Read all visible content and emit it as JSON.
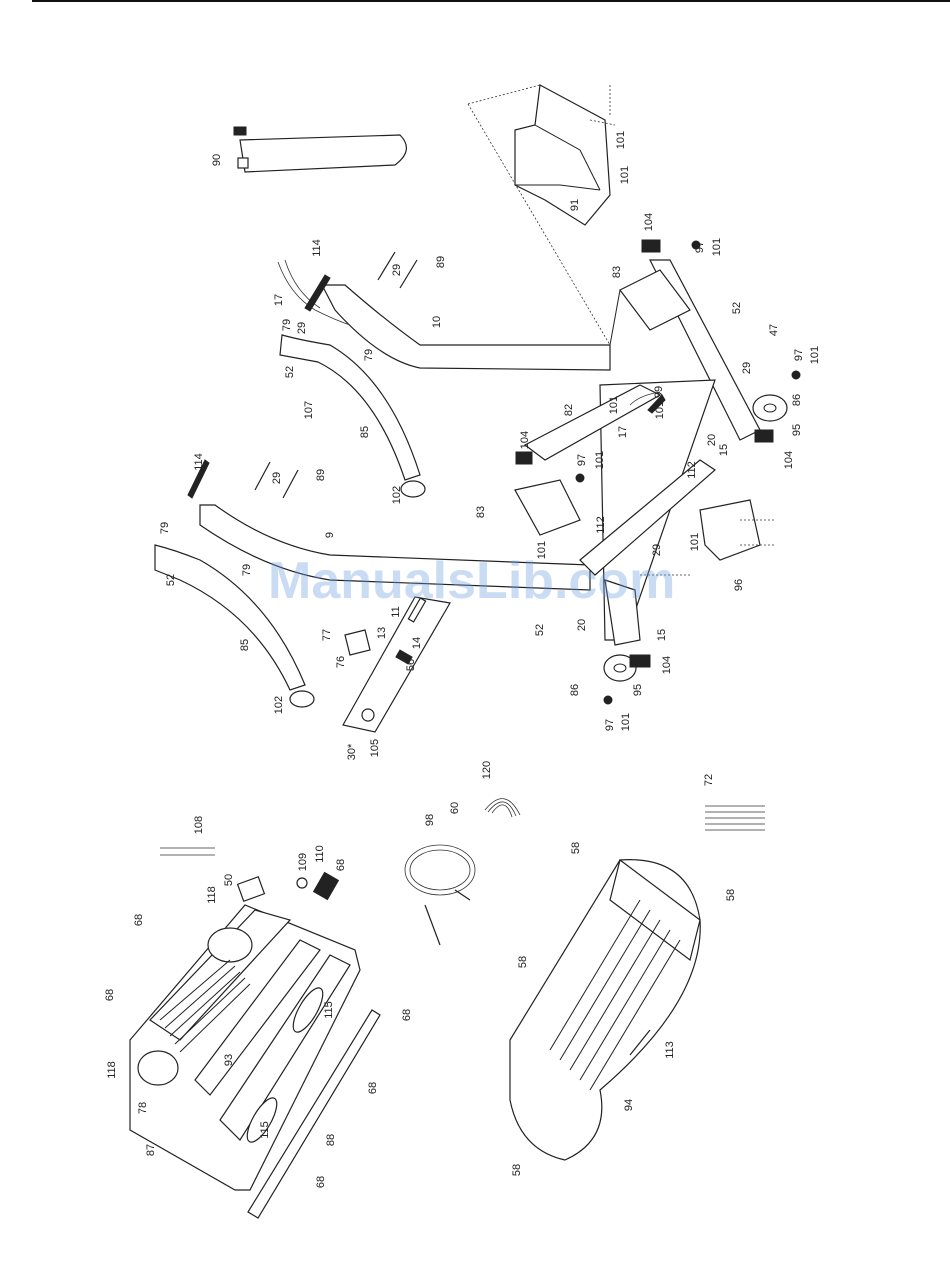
{
  "watermark": "ManualsLib.com",
  "labels": [
    {
      "id": "90",
      "text": "90"
    },
    {
      "id": "91",
      "text": "91"
    },
    {
      "id": "101a",
      "text": "101"
    },
    {
      "id": "101b",
      "text": "101"
    },
    {
      "id": "104a",
      "text": "104"
    },
    {
      "id": "97a",
      "text": "97"
    },
    {
      "id": "101c",
      "text": "101"
    },
    {
      "id": "83a",
      "text": "83"
    },
    {
      "id": "114a",
      "text": "114"
    },
    {
      "id": "89a",
      "text": "89"
    },
    {
      "id": "29a",
      "text": "29"
    },
    {
      "id": "17a",
      "text": "17"
    },
    {
      "id": "79a",
      "text": "79"
    },
    {
      "id": "29b",
      "text": "29"
    },
    {
      "id": "10",
      "text": "10"
    },
    {
      "id": "52a",
      "text": "52"
    },
    {
      "id": "79b",
      "text": "79"
    },
    {
      "id": "52b",
      "text": "52"
    },
    {
      "id": "29c",
      "text": "29"
    },
    {
      "id": "47",
      "text": "47"
    },
    {
      "id": "97b",
      "text": "97"
    },
    {
      "id": "101d",
      "text": "101"
    },
    {
      "id": "107",
      "text": "107"
    },
    {
      "id": "99",
      "text": "99"
    },
    {
      "id": "101e",
      "text": "101"
    },
    {
      "id": "101f",
      "text": "101"
    },
    {
      "id": "86a",
      "text": "86"
    },
    {
      "id": "95a",
      "text": "95"
    },
    {
      "id": "82",
      "text": "82"
    },
    {
      "id": "17b",
      "text": "17"
    },
    {
      "id": "20a",
      "text": "20"
    },
    {
      "id": "85a",
      "text": "85"
    },
    {
      "id": "112a",
      "text": "112"
    },
    {
      "id": "15a",
      "text": "15"
    },
    {
      "id": "104b",
      "text": "104"
    },
    {
      "id": "104c",
      "text": "104"
    },
    {
      "id": "97c",
      "text": "97"
    },
    {
      "id": "101g",
      "text": "101"
    },
    {
      "id": "102a",
      "text": "102"
    },
    {
      "id": "114b",
      "text": "114"
    },
    {
      "id": "89b",
      "text": "89"
    },
    {
      "id": "29d",
      "text": "29"
    },
    {
      "id": "83b",
      "text": "83"
    },
    {
      "id": "112b",
      "text": "112"
    },
    {
      "id": "79c",
      "text": "79"
    },
    {
      "id": "9",
      "text": "9"
    },
    {
      "id": "101h",
      "text": "101"
    },
    {
      "id": "29e",
      "text": "29"
    },
    {
      "id": "52c",
      "text": "52"
    },
    {
      "id": "79d",
      "text": "79"
    },
    {
      "id": "101i",
      "text": "101"
    },
    {
      "id": "96",
      "text": "96"
    },
    {
      "id": "11",
      "text": "11"
    },
    {
      "id": "77",
      "text": "77"
    },
    {
      "id": "13",
      "text": "13"
    },
    {
      "id": "14",
      "text": "14"
    },
    {
      "id": "76",
      "text": "76"
    },
    {
      "id": "56",
      "text": "56"
    },
    {
      "id": "52d",
      "text": "52"
    },
    {
      "id": "20b",
      "text": "20"
    },
    {
      "id": "15b",
      "text": "15"
    },
    {
      "id": "85b",
      "text": "85"
    },
    {
      "id": "104d",
      "text": "104"
    },
    {
      "id": "86b",
      "text": "86"
    },
    {
      "id": "95b",
      "text": "95"
    },
    {
      "id": "102b",
      "text": "102"
    },
    {
      "id": "105",
      "text": "105"
    },
    {
      "id": "30",
      "text": "30*"
    },
    {
      "id": "97d",
      "text": "97"
    },
    {
      "id": "101j",
      "text": "101"
    },
    {
      "id": "108",
      "text": "108"
    },
    {
      "id": "98",
      "text": "98"
    },
    {
      "id": "60",
      "text": "60"
    },
    {
      "id": "120",
      "text": "120"
    },
    {
      "id": "72",
      "text": "72"
    },
    {
      "id": "50",
      "text": "50"
    },
    {
      "id": "109",
      "text": "109"
    },
    {
      "id": "110",
      "text": "110"
    },
    {
      "id": "68a",
      "text": "68"
    },
    {
      "id": "118a",
      "text": "118"
    },
    {
      "id": "68b",
      "text": "68"
    },
    {
      "id": "58a",
      "text": "58"
    },
    {
      "id": "58b",
      "text": "58"
    },
    {
      "id": "68c",
      "text": "68"
    },
    {
      "id": "58c",
      "text": "58"
    },
    {
      "id": "115a",
      "text": "115"
    },
    {
      "id": "68d",
      "text": "68"
    },
    {
      "id": "93",
      "text": "93"
    },
    {
      "id": "113",
      "text": "113"
    },
    {
      "id": "118b",
      "text": "118"
    },
    {
      "id": "78",
      "text": "78"
    },
    {
      "id": "94",
      "text": "94"
    },
    {
      "id": "115b",
      "text": "115"
    },
    {
      "id": "68e",
      "text": "68"
    },
    {
      "id": "87",
      "text": "87"
    },
    {
      "id": "88",
      "text": "88"
    },
    {
      "id": "68f",
      "text": "68"
    },
    {
      "id": "58d",
      "text": "58"
    }
  ]
}
